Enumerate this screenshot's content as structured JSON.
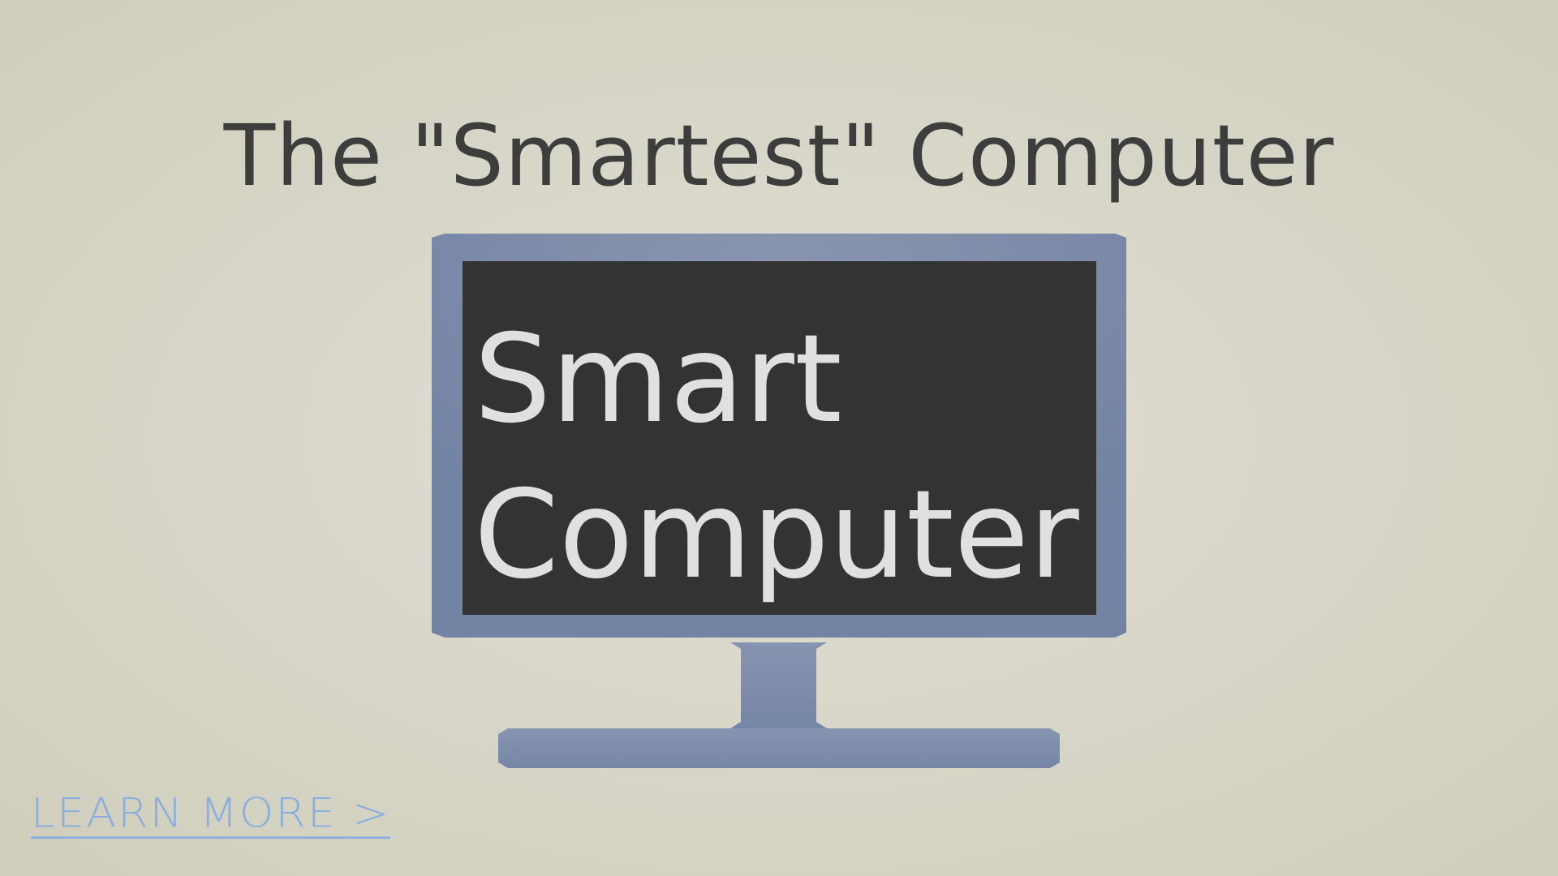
{
  "slide": {
    "title": "The \"Smartest\" Computer",
    "screen_line_1": "Smart",
    "screen_line_2": "Computer",
    "learn_more_label": "LEARN MORE >"
  },
  "colors": {
    "background": "#d7d5c7",
    "title_text": "#3d3d3d",
    "monitor_frame": "#7b88a8",
    "monitor_screen": "#333333",
    "screen_text": "#e0e0e0",
    "link": "#8aaee0"
  },
  "icons": {
    "monitor": "monitor-icon"
  }
}
